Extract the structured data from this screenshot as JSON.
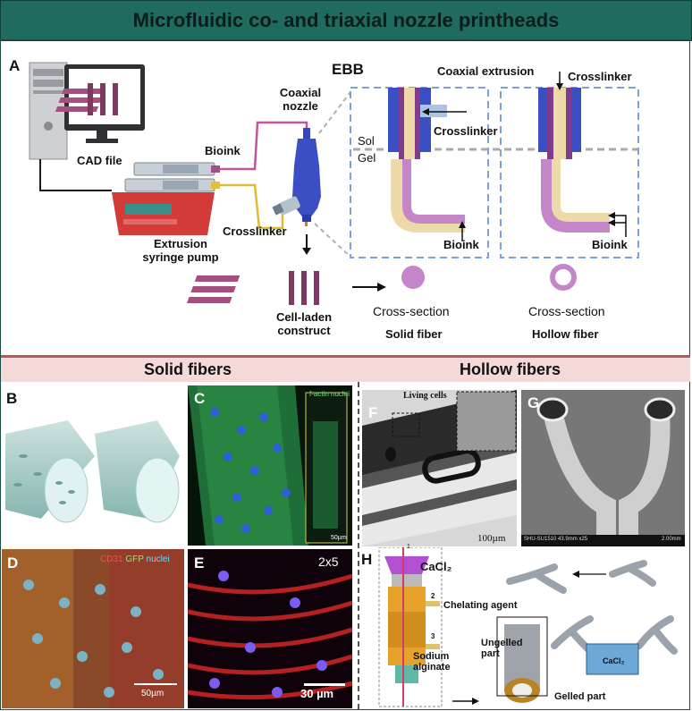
{
  "title": "Microfluidic co- and triaxial nozzle printheads",
  "panel_a": {
    "label": "A",
    "cad_file": "CAD file",
    "bioink": "Bioink",
    "crosslinker": "Crosslinker",
    "pump_line1": "Extrusion",
    "pump_line2": "syringe pump",
    "nozzle_line1": "Coaxial",
    "nozzle_line2": "nozzle",
    "construct_line1": "Cell-laden",
    "construct_line2": "construct",
    "ebb": "EBB",
    "coaxial_extrusion": "Coaxial extrusion",
    "crosslinker_top": "Crosslinker",
    "crosslinker_side": "Crosslinker",
    "sol": "Sol",
    "gel": "Gel",
    "bioink_solid": "Bioink",
    "bioink_hollow": "Bioink",
    "cross_section_1": "Cross-section",
    "cross_section_2": "Cross-section",
    "solid_fiber": "Solid fiber",
    "hollow_fiber": "Hollow fiber"
  },
  "sections": {
    "solid": "Solid fibers",
    "hollow": "Hollow fibers"
  },
  "panel_b": {
    "label": "B"
  },
  "panel_c": {
    "label": "C",
    "legend": "f-actin nuclei",
    "scale": "50µm"
  },
  "panel_d": {
    "label": "D",
    "legend_cd31": "CD31",
    "legend_gfp": "GFP",
    "legend_nuclei": "nuclei",
    "scale": "50µm"
  },
  "panel_e": {
    "label": "E",
    "tag": "2x5",
    "scale": "30 µm"
  },
  "panel_f": {
    "label": "F",
    "living_cells": "Living cells",
    "scale": "100µm"
  },
  "panel_g": {
    "label": "G",
    "footer": "SHU-SU1510 43.9mm x25",
    "scale": "2.00mm"
  },
  "panel_h": {
    "label": "H",
    "cacl2": "CaCl₂",
    "n1": "1",
    "n2": "2",
    "n3": "3",
    "chelating_agent": "Chelating agent",
    "sodium_line1": "Sodium",
    "sodium_line2": "alginate",
    "ungelled_line1": "Ungelled",
    "ungelled_line2": "part",
    "gelled_part": "Gelled part",
    "bath": "CaCl₂"
  },
  "colors": {
    "title_bg": "#1f6b60",
    "section_bg": "#f4d9d8",
    "section_line": "#b85858",
    "bioink": "#c585c9",
    "crosslinker": "#eed9a8",
    "nozzle_blue": "#3b4fc4",
    "dash_blue": "#7aa0d8"
  }
}
